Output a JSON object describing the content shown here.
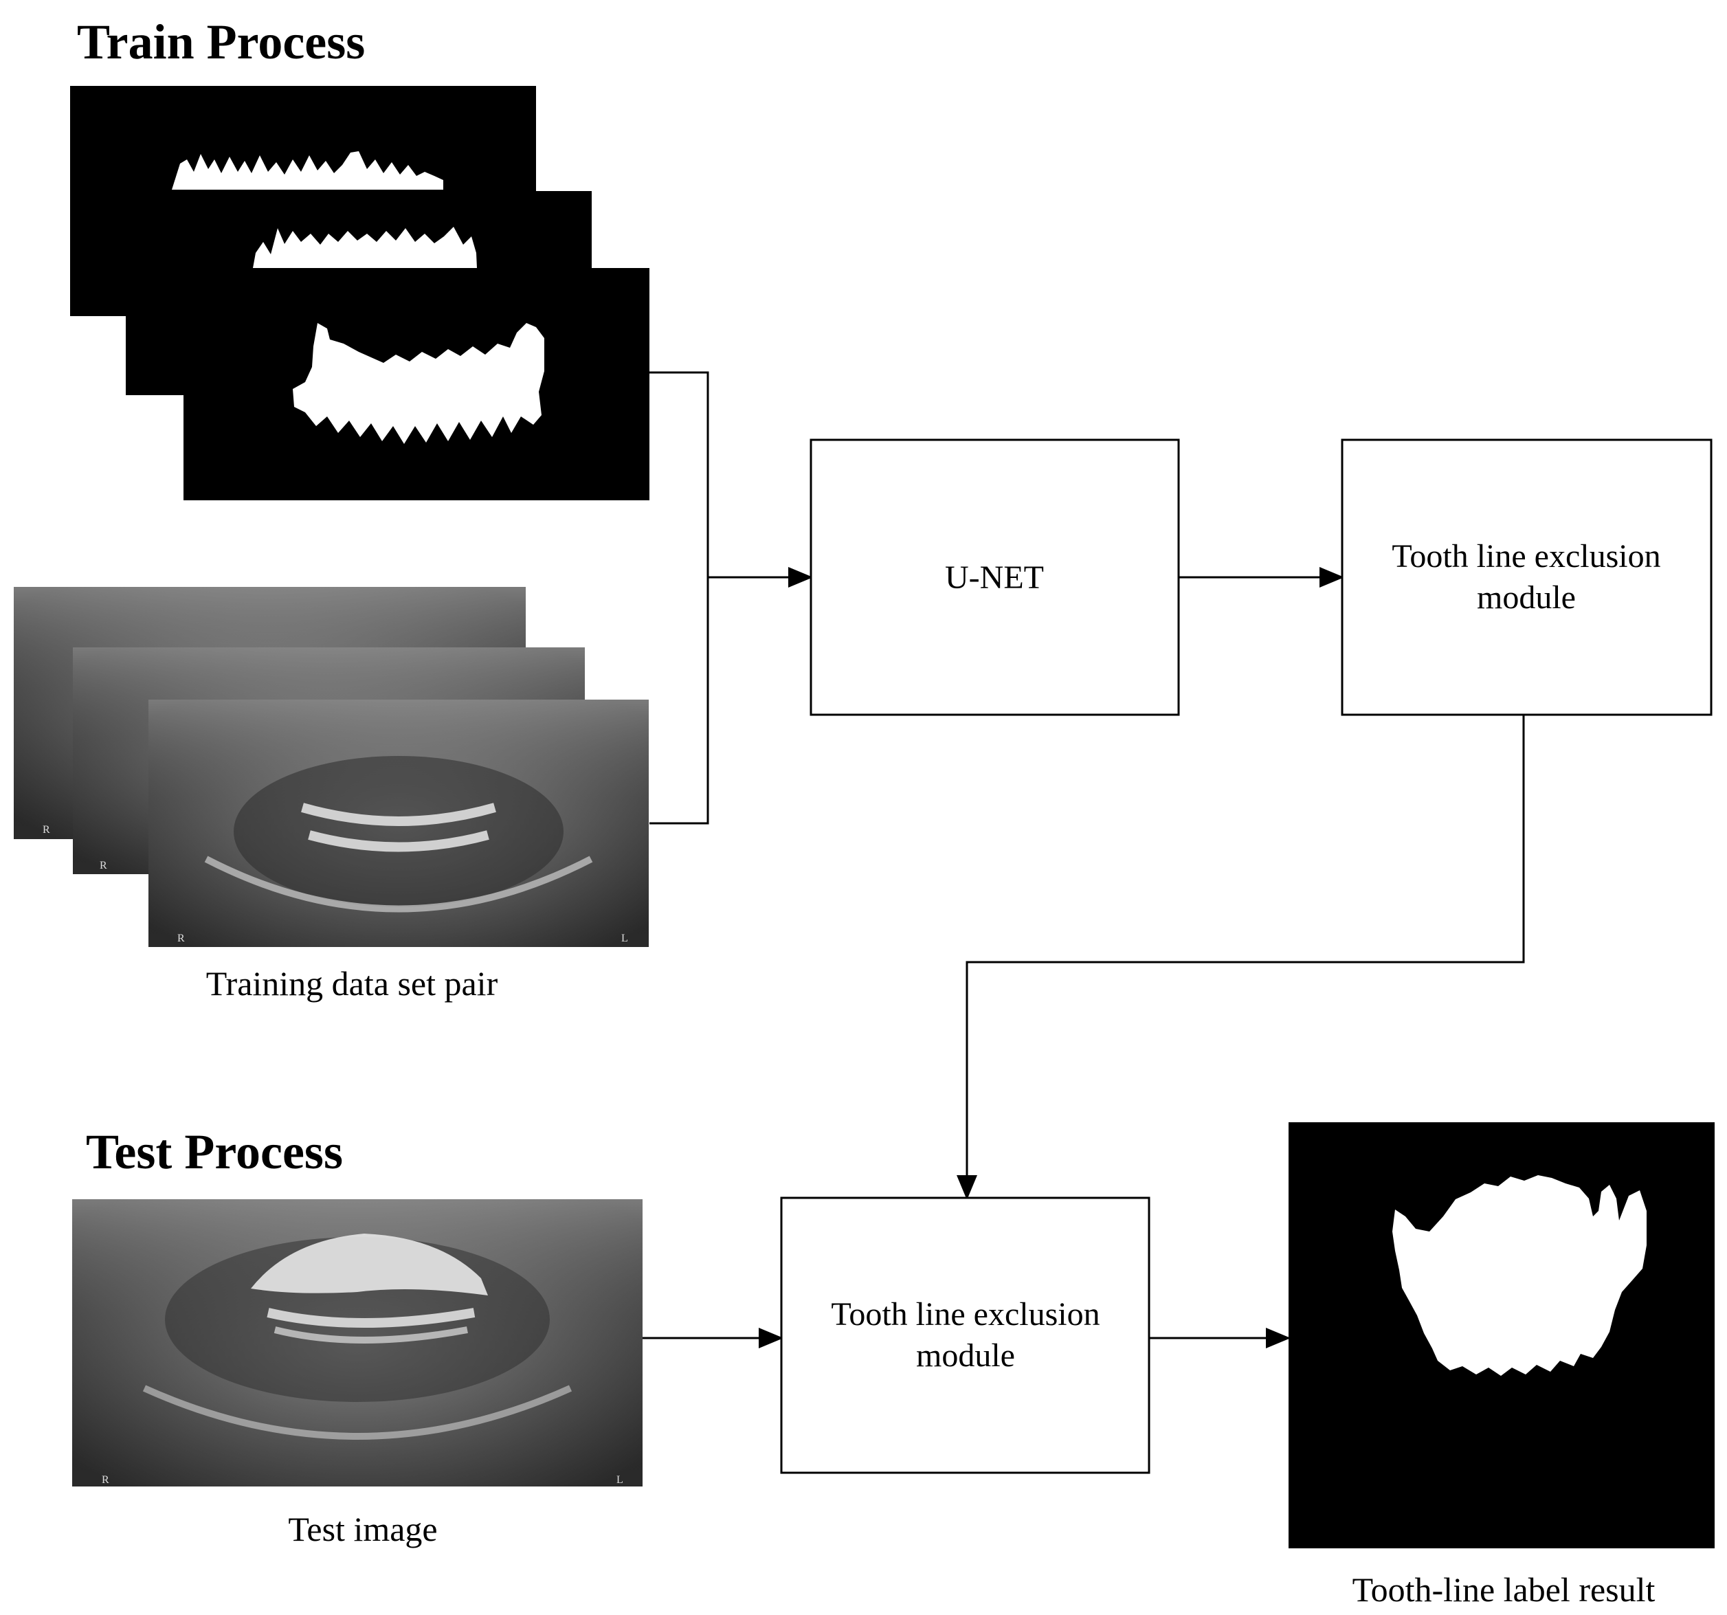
{
  "train_process": {
    "title": "Train Process",
    "dataset_caption": "Training data set pair"
  },
  "test_process": {
    "title": "Test Process",
    "test_caption": "Test image"
  },
  "boxes": {
    "unet": "U-NET",
    "exclusion_top": [
      "Tooth line exclusion",
      "module"
    ],
    "exclusion_bottom": [
      "Tooth line exclusion",
      "module"
    ]
  },
  "result": {
    "caption": "Tooth-line label result"
  },
  "xray_marks": {
    "left": "R",
    "right": "L"
  }
}
